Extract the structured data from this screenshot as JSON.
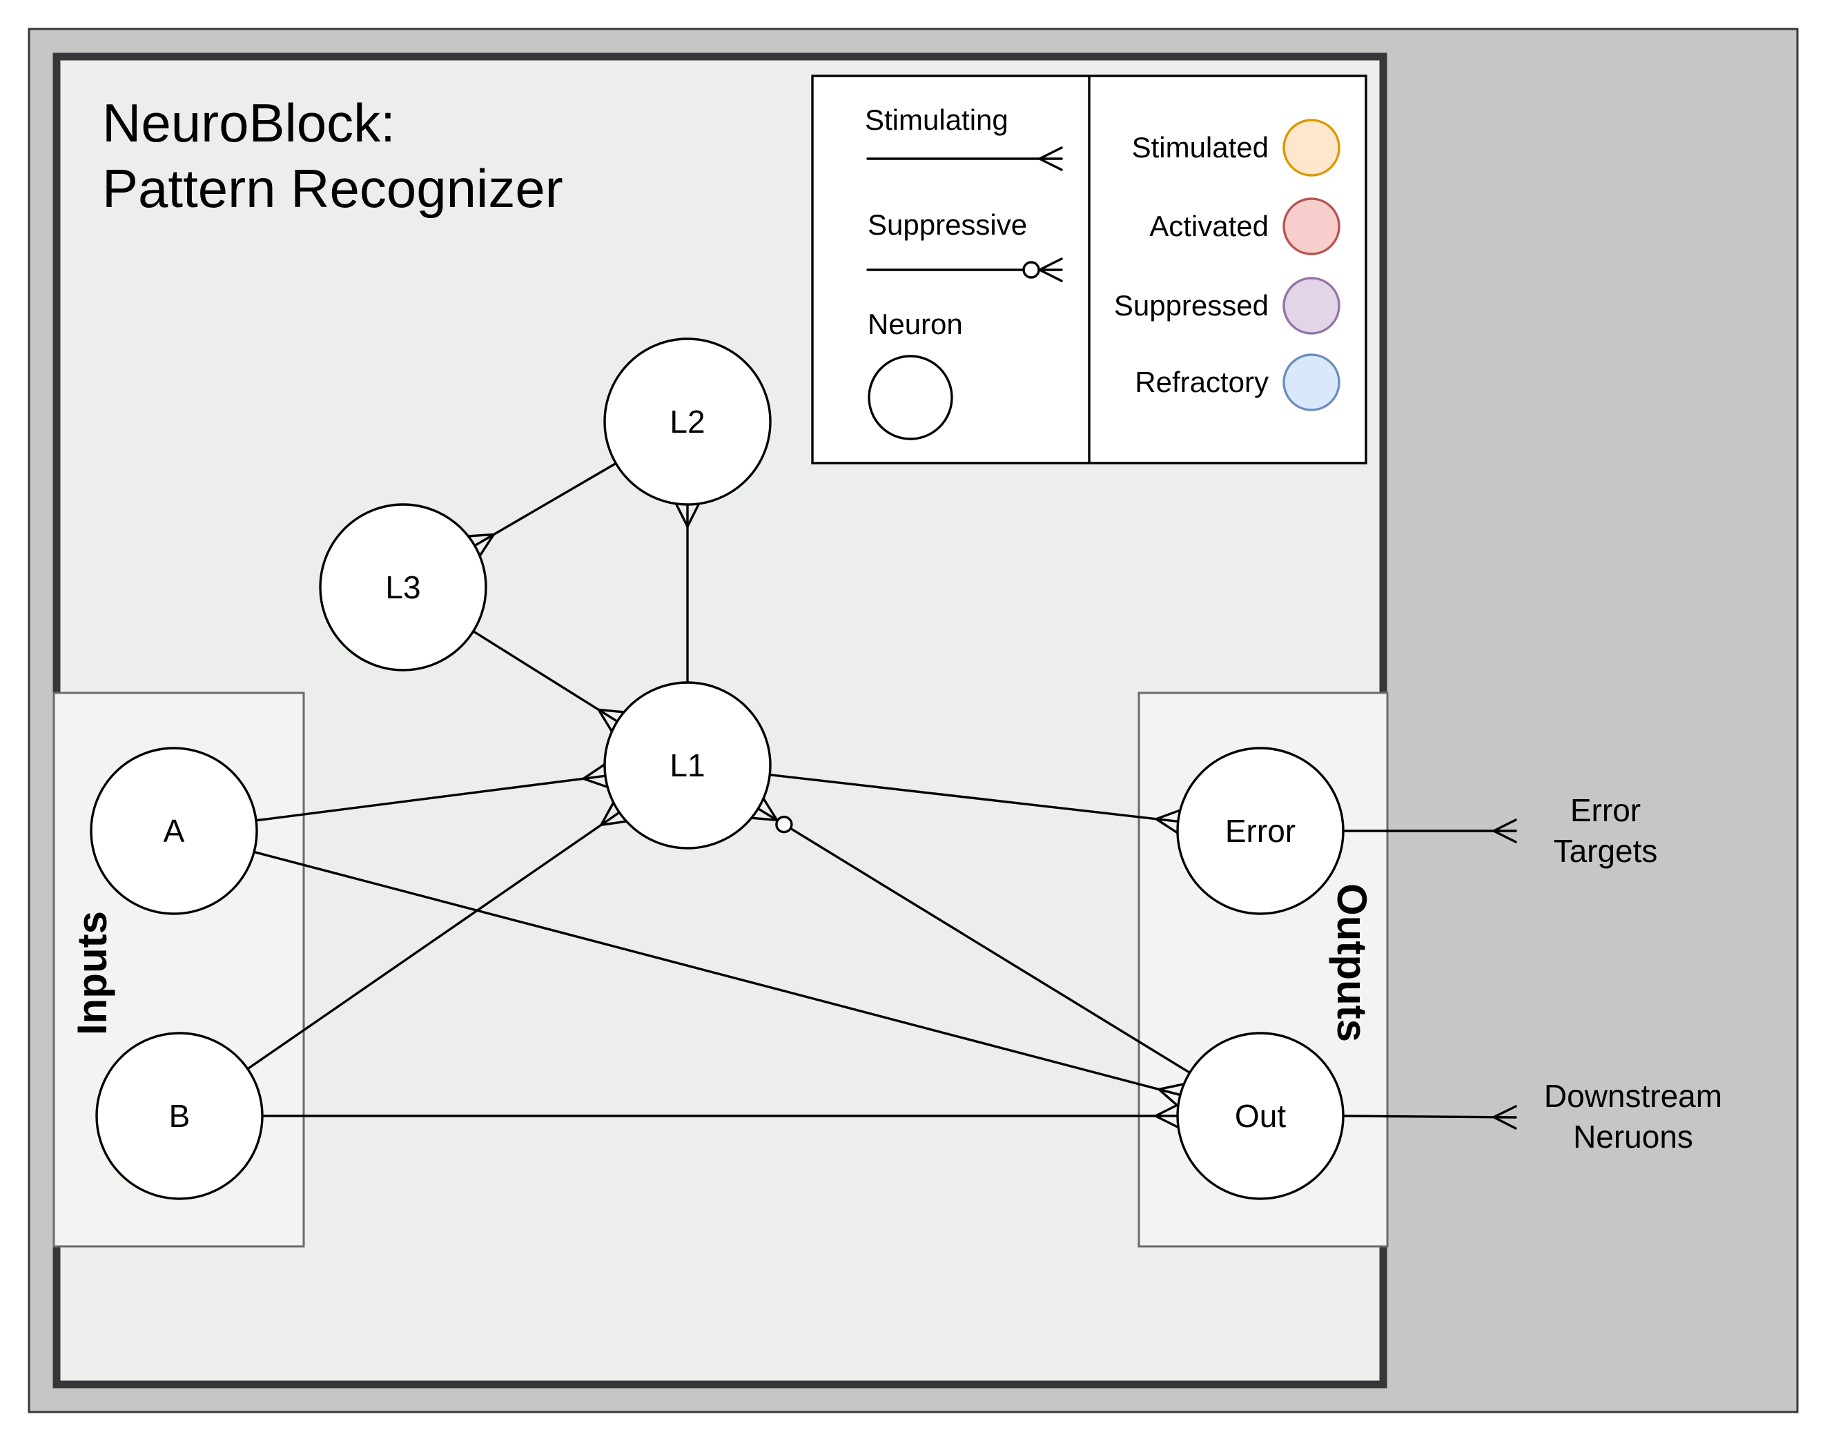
{
  "title": {
    "line1": "NeuroBlock:",
    "line2": "Pattern Recognizer"
  },
  "colors": {
    "outer_bg": "#c6c7c5",
    "block_bg": "#eceeeb",
    "block_border": "#35373a",
    "group_bg": "#f3f4f2",
    "group_border": "#6a6a6a",
    "legend_bg": "#ffffff"
  },
  "groups": {
    "inputs": "Inputs",
    "outputs": "Outputs"
  },
  "neurons": {
    "A": "A",
    "B": "B",
    "L1": "L1",
    "L2": "L2",
    "L3": "L3",
    "error": "Error",
    "out": "Out"
  },
  "external": {
    "error_targets": [
      "Error",
      "Targets"
    ],
    "downstream": [
      "Downstream",
      "Neruons"
    ]
  },
  "legend": {
    "connections": {
      "stimulating": "Stimulating",
      "suppressive": "Suppressive",
      "neuron": "Neuron"
    },
    "states": [
      {
        "label": "Stimulated",
        "fill": "#ffe6cc",
        "stroke": "#d79b00"
      },
      {
        "label": "Activated",
        "fill": "#f8cecc",
        "stroke": "#b85450"
      },
      {
        "label": "Suppressed",
        "fill": "#e1d5e7",
        "stroke": "#9673a6"
      },
      {
        "label": "Refractory",
        "fill": "#dae8fc",
        "stroke": "#6c8ebf"
      }
    ]
  },
  "connections": [
    {
      "from": "L1",
      "to": "L2",
      "type": "stimulating"
    },
    {
      "from": "L2",
      "to": "L3",
      "type": "stimulating"
    },
    {
      "from": "L3",
      "to": "L1",
      "type": "stimulating"
    },
    {
      "from": "A",
      "to": "L1",
      "type": "stimulating"
    },
    {
      "from": "B",
      "to": "L1",
      "type": "stimulating"
    },
    {
      "from": "L1",
      "to": "Error",
      "type": "stimulating"
    },
    {
      "from": "Out",
      "to": "L1",
      "type": "suppressive"
    },
    {
      "from": "A",
      "to": "Out",
      "type": "stimulating"
    },
    {
      "from": "B",
      "to": "Out",
      "type": "stimulating"
    },
    {
      "from": "Error",
      "to": "Error Targets",
      "type": "stimulating"
    },
    {
      "from": "Out",
      "to": "Downstream Neruons",
      "type": "stimulating"
    }
  ]
}
